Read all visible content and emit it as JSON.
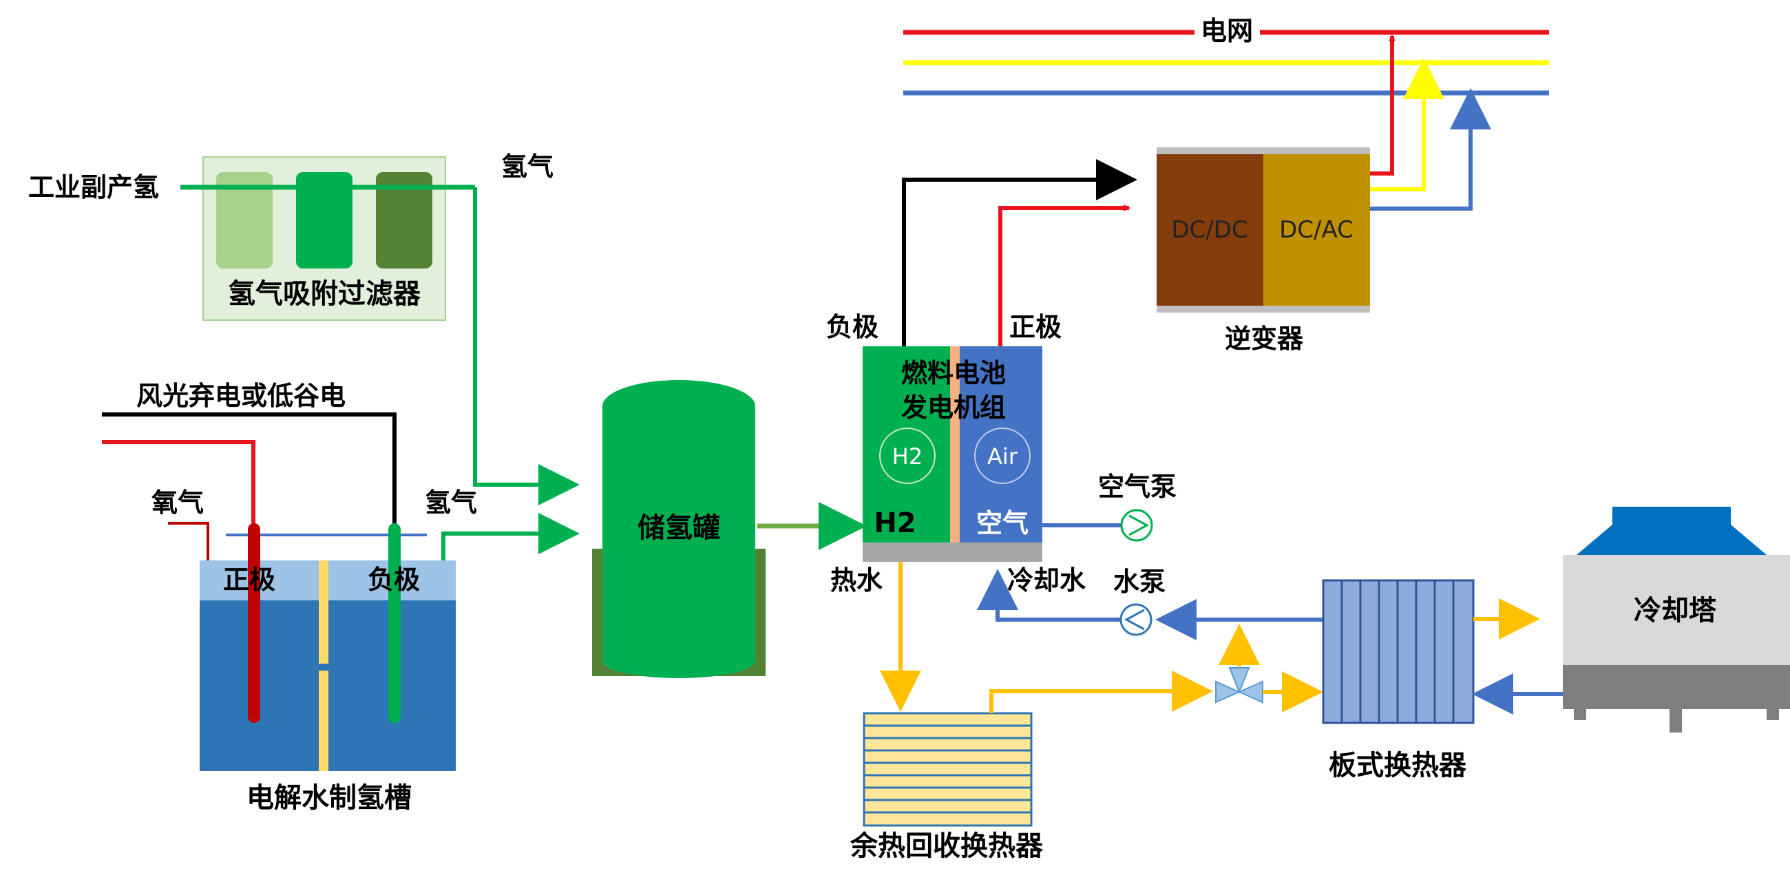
{
  "grid": {
    "label": "电网"
  },
  "inverter": {
    "label": "逆变器",
    "dcdc": "DC/DC",
    "dcac": "DC/AC"
  },
  "fuel_cell": {
    "title_line1": "燃料电池",
    "title_line2": "发电机组",
    "h2_circle": "H2",
    "air_circle": "Air",
    "h2_label": "H2",
    "air_label": "空气",
    "neg_label": "负极",
    "pos_label": "正极",
    "hot_water_label": "热水",
    "cool_water_label": "冷却水"
  },
  "filter": {
    "label": "氢气吸附过滤器",
    "source_label": "工业副产氢",
    "out_label": "氢气"
  },
  "tank": {
    "label": "储氢罐"
  },
  "electrolyzer": {
    "label": "电解水制氢槽",
    "pos_label": "正极",
    "neg_label": "负极",
    "power_label": "风光弃电或低谷电",
    "oxygen_label": "氧气",
    "hydrogen_label": "氢气"
  },
  "air_pump": {
    "label": "空气泵"
  },
  "water_pump": {
    "label": "水泵"
  },
  "waste_heat_exchanger": {
    "label": "余热回收换热器"
  },
  "plate_heat_exchanger": {
    "label": "板式换热器"
  },
  "cooling_tower": {
    "label": "冷却塔"
  },
  "colors": {
    "red": "#e8141c",
    "black": "#000000",
    "yellow": "#ffff00",
    "blue": "#4472c4",
    "green": "#00b050",
    "orange_pipe": "#ffc000"
  }
}
